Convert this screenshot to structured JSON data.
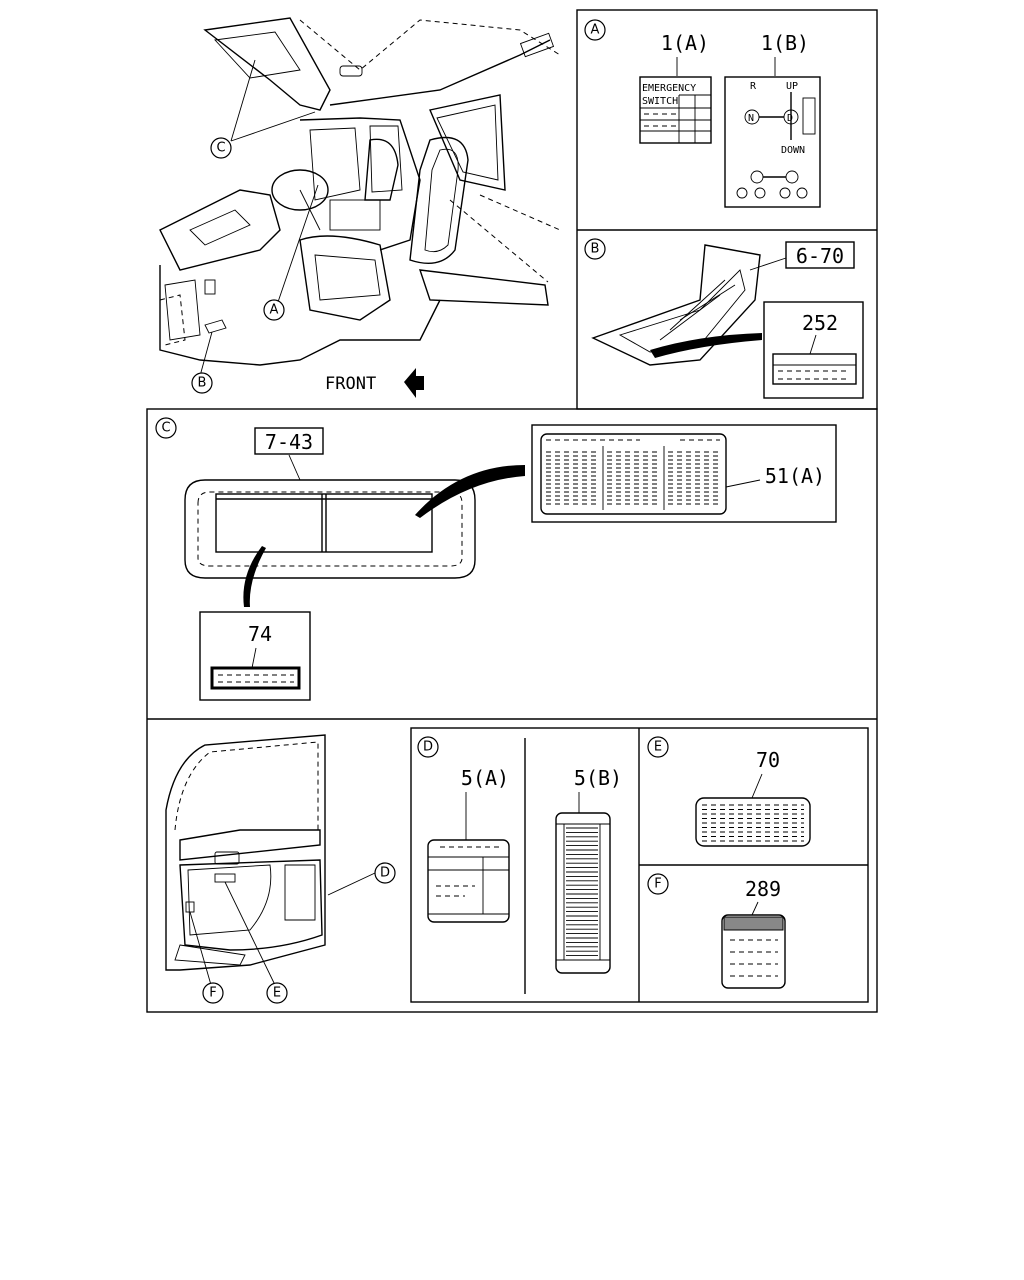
{
  "callouts": {
    "a": "A",
    "b": "B",
    "c": "C",
    "d": "D",
    "e": "E",
    "f": "F"
  },
  "direction": {
    "label": "FRONT"
  },
  "panel_a": {
    "part_1a": "1(A)",
    "part_1b": "1(B)",
    "label_1a_line1": "EMERGENCY",
    "label_1a_line2": "SWITCH",
    "label_1b_r": "R",
    "label_1b_up": "UP",
    "label_1b_down": "DOWN",
    "label_1b_n": "N",
    "label_1b_d": "D"
  },
  "panel_b": {
    "part_670": "6-70",
    "part_252": "252"
  },
  "panel_c": {
    "part_743": "7-43",
    "part_51a": "51(A)",
    "part_74": "74"
  },
  "panel_d": {
    "part_5a": "5(A)",
    "part_5b": "5(B)"
  },
  "panel_e": {
    "part_70": "70"
  },
  "panel_f": {
    "part_289": "289"
  }
}
